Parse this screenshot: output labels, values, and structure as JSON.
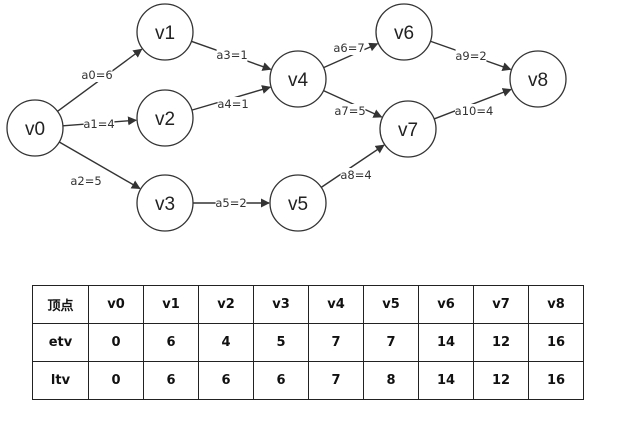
{
  "diagram": {
    "nodes": [
      {
        "id": "v0",
        "label": "v0"
      },
      {
        "id": "v1",
        "label": "v1"
      },
      {
        "id": "v2",
        "label": "v2"
      },
      {
        "id": "v3",
        "label": "v3"
      },
      {
        "id": "v4",
        "label": "v4"
      },
      {
        "id": "v5",
        "label": "v5"
      },
      {
        "id": "v6",
        "label": "v6"
      },
      {
        "id": "v7",
        "label": "v7"
      },
      {
        "id": "v8",
        "label": "v8"
      }
    ],
    "edges": [
      {
        "id": "a0",
        "from": "v0",
        "to": "v1",
        "label": "a0=6"
      },
      {
        "id": "a1",
        "from": "v0",
        "to": "v2",
        "label": "a1=4"
      },
      {
        "id": "a2",
        "from": "v0",
        "to": "v3",
        "label": "a2=5"
      },
      {
        "id": "a3",
        "from": "v1",
        "to": "v4",
        "label": "a3=1"
      },
      {
        "id": "a4",
        "from": "v2",
        "to": "v4",
        "label": "a4=1"
      },
      {
        "id": "a5",
        "from": "v3",
        "to": "v5",
        "label": "a5=2"
      },
      {
        "id": "a6",
        "from": "v4",
        "to": "v6",
        "label": "a6=7"
      },
      {
        "id": "a7",
        "from": "v4",
        "to": "v7",
        "label": "a7=5"
      },
      {
        "id": "a8",
        "from": "v5",
        "to": "v7",
        "label": "a8=4"
      },
      {
        "id": "a9",
        "from": "v6",
        "to": "v8",
        "label": "a9=2"
      },
      {
        "id": "a10",
        "from": "v7",
        "to": "v8",
        "label": "a10=4"
      }
    ]
  },
  "table": {
    "header": [
      "顶点",
      "v0",
      "v1",
      "v2",
      "v3",
      "v4",
      "v5",
      "v6",
      "v7",
      "v8"
    ],
    "rows": [
      [
        "etv",
        "0",
        "6",
        "4",
        "5",
        "7",
        "7",
        "14",
        "12",
        "16"
      ],
      [
        "ltv",
        "0",
        "6",
        "6",
        "6",
        "7",
        "8",
        "14",
        "12",
        "16"
      ]
    ]
  }
}
